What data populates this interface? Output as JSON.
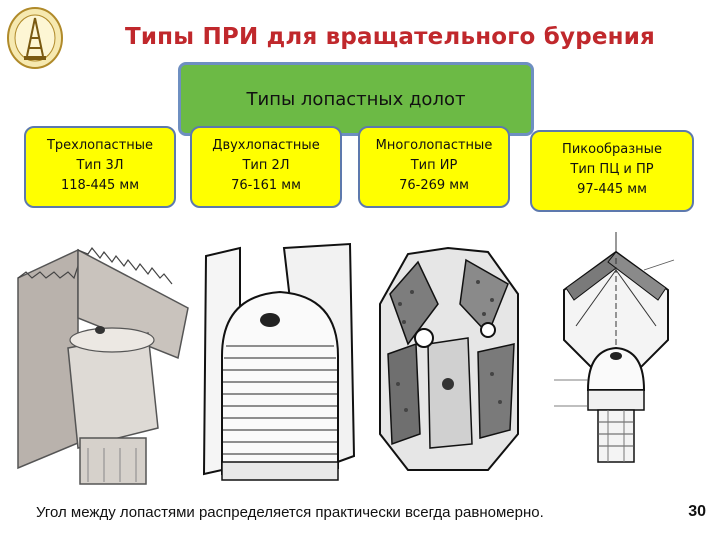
{
  "title": "Типы ПРИ для вращательного бурения",
  "header": "Типы лопастных долот",
  "types": [
    {
      "name": "Трехлопастные",
      "type": "Тип 3Л",
      "range": "118-445 мм"
    },
    {
      "name": "Двухлопастные",
      "type": "Тип 2Л",
      "range": "76-161 мм"
    },
    {
      "name": "Многолопастные",
      "type": "Тип ИР",
      "range": "76-269 мм"
    },
    {
      "name": "Пикообразные",
      "type": "Тип ПЦ и ПР",
      "range": "97-445 мм"
    }
  ],
  "footer": "Угол между лопастями распределяется практически всегда равномерно.",
  "page_number": "30",
  "colors": {
    "title": "#c0282c",
    "header_fill": "#6cba45",
    "box_fill": "#ffff00",
    "border": "#5d79ad"
  }
}
